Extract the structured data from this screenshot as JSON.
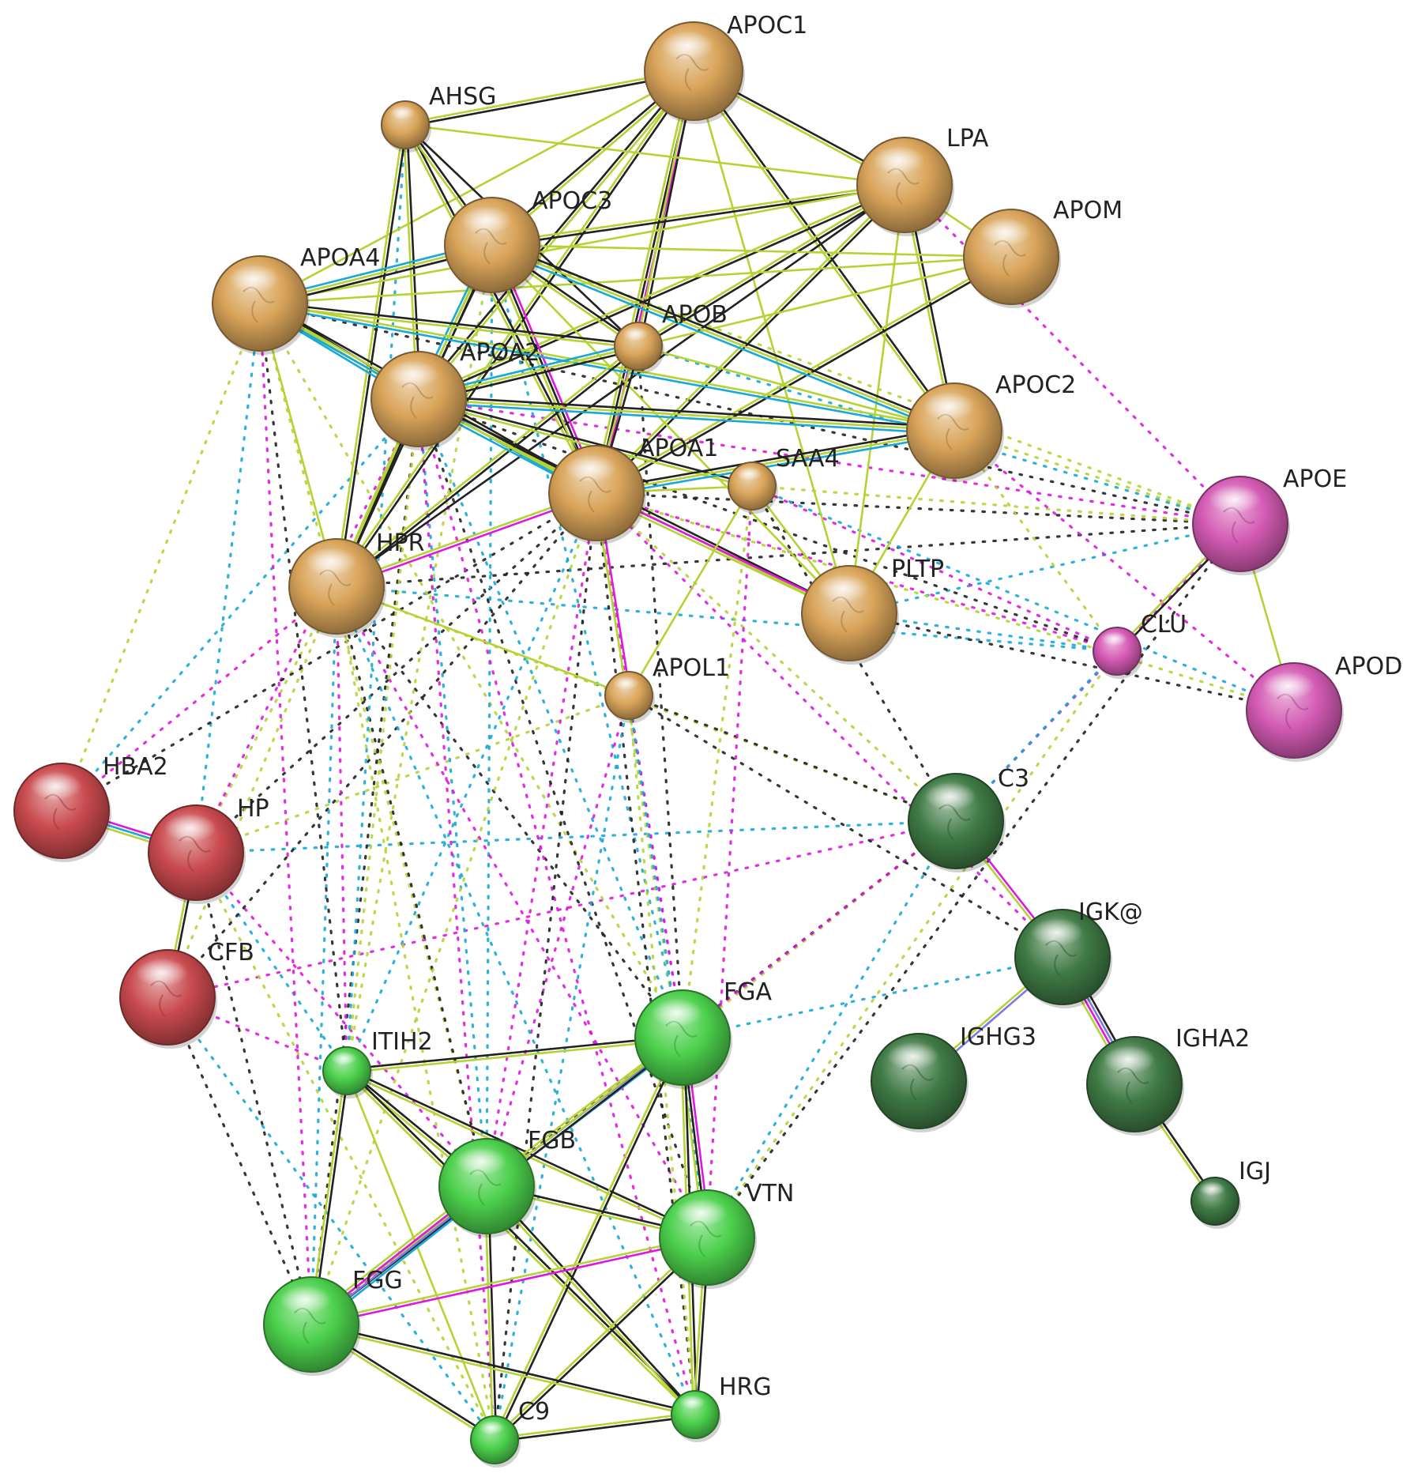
{
  "clusters": {
    "apolipoprotein": "#D9A45A",
    "apoe": "#D45BB4",
    "hemoglobin": "#C94A4E",
    "immunoglobulin": "#3F7A45",
    "coagulation": "#4CD04C"
  },
  "edge_colors": {
    "text_mining": "#B5D334",
    "coexpression": "#222222",
    "experimental": "#E017E0",
    "database": "#18A9D6",
    "homology": "#7B7BE6"
  },
  "nodes": [
    {
      "id": "APOC1",
      "label": "APOC1",
      "cluster": "apolipoprotein"
    },
    {
      "id": "AHSG",
      "label": "AHSG",
      "cluster": "apolipoprotein"
    },
    {
      "id": "LPA",
      "label": "LPA",
      "cluster": "apolipoprotein"
    },
    {
      "id": "APOM",
      "label": "APOM",
      "cluster": "apolipoprotein"
    },
    {
      "id": "APOC3",
      "label": "APOC3",
      "cluster": "apolipoprotein"
    },
    {
      "id": "APOA4",
      "label": "APOA4",
      "cluster": "apolipoprotein"
    },
    {
      "id": "APOB",
      "label": "APOB",
      "cluster": "apolipoprotein"
    },
    {
      "id": "APOA2",
      "label": "APOA2",
      "cluster": "apolipoprotein"
    },
    {
      "id": "APOC2",
      "label": "APOC2",
      "cluster": "apolipoprotein"
    },
    {
      "id": "APOA1",
      "label": "APOA1",
      "cluster": "apolipoprotein"
    },
    {
      "id": "SAA4",
      "label": "SAA4",
      "cluster": "apolipoprotein"
    },
    {
      "id": "HPR",
      "label": "HPR",
      "cluster": "apolipoprotein"
    },
    {
      "id": "PLTP",
      "label": "PLTP",
      "cluster": "apolipoprotein"
    },
    {
      "id": "APOL1",
      "label": "APOL1",
      "cluster": "apolipoprotein"
    },
    {
      "id": "APOE",
      "label": "APOE",
      "cluster": "apoe"
    },
    {
      "id": "CLU",
      "label": "CLU",
      "cluster": "apoe"
    },
    {
      "id": "APOD",
      "label": "APOD",
      "cluster": "apoe"
    },
    {
      "id": "HBA2",
      "label": "HBA2",
      "cluster": "hemoglobin"
    },
    {
      "id": "HP",
      "label": "HP",
      "cluster": "hemoglobin"
    },
    {
      "id": "CFB",
      "label": "CFB",
      "cluster": "hemoglobin"
    },
    {
      "id": "C3",
      "label": "C3",
      "cluster": "immunoglobulin"
    },
    {
      "id": "IGK@",
      "label": "IGK@",
      "cluster": "immunoglobulin"
    },
    {
      "id": "IGHG3",
      "label": "IGHG3",
      "cluster": "immunoglobulin"
    },
    {
      "id": "IGHA2",
      "label": "IGHA2",
      "cluster": "immunoglobulin"
    },
    {
      "id": "IGJ",
      "label": "IGJ",
      "cluster": "immunoglobulin"
    },
    {
      "id": "ITIH2",
      "label": "ITIH2",
      "cluster": "coagulation"
    },
    {
      "id": "FGA",
      "label": "FGA",
      "cluster": "coagulation"
    },
    {
      "id": "FGB",
      "label": "FGB",
      "cluster": "coagulation"
    },
    {
      "id": "VTN",
      "label": "VTN",
      "cluster": "coagulation"
    },
    {
      "id": "FGG",
      "label": "FGG",
      "cluster": "coagulation"
    },
    {
      "id": "HRG",
      "label": "HRG",
      "cluster": "coagulation"
    },
    {
      "id": "C9",
      "label": "C9",
      "cluster": "coagulation"
    }
  ],
  "solid_edges": [
    [
      "APOC1",
      "AHSG",
      [
        "coexpression",
        "text_mining"
      ]
    ],
    [
      "APOC1",
      "APOC3",
      [
        "text_mining",
        "coexpression"
      ]
    ],
    [
      "APOC1",
      "LPA",
      [
        "coexpression",
        "text_mining"
      ]
    ],
    [
      "APOC1",
      "APOA1",
      [
        "experimental",
        "coexpression",
        "text_mining"
      ]
    ],
    [
      "APOC1",
      "APOA2",
      [
        "text_mining",
        "coexpression"
      ]
    ],
    [
      "APOC1",
      "APOC2",
      [
        "coexpression",
        "text_mining"
      ]
    ],
    [
      "APOC1",
      "APOB",
      [
        "coexpression",
        "text_mining"
      ]
    ],
    [
      "APOC1",
      "HPR",
      [
        "coexpression",
        "text_mining"
      ]
    ],
    [
      "APOC1",
      "PLTP",
      [
        "text_mining"
      ]
    ],
    [
      "APOC1",
      "APOA4",
      [
        "text_mining"
      ]
    ],
    [
      "AHSG",
      "APOA2",
      [
        "coexpression",
        "text_mining"
      ]
    ],
    [
      "AHSG",
      "HPR",
      [
        "coexpression",
        "text_mining"
      ]
    ],
    [
      "AHSG",
      "APOA1",
      [
        "coexpression",
        "text_mining"
      ]
    ],
    [
      "AHSG",
      "APOC3",
      [
        "coexpression",
        "text_mining"
      ]
    ],
    [
      "AHSG",
      "LPA",
      [
        "text_mining"
      ]
    ],
    [
      "AHSG",
      "APOB",
      [
        "coexpression"
      ]
    ],
    [
      "LPA",
      "APOC3",
      [
        "coexpression",
        "text_mining"
      ]
    ],
    [
      "LPA",
      "APOA2",
      [
        "coexpression",
        "text_mining"
      ]
    ],
    [
      "LPA",
      "APOA1",
      [
        "coexpression",
        "text_mining"
      ]
    ],
    [
      "LPA",
      "APOM",
      [
        "text_mining"
      ]
    ],
    [
      "LPA",
      "APOC2",
      [
        "coexpression",
        "text_mining"
      ]
    ],
    [
      "LPA",
      "APOB",
      [
        "coexpression",
        "text_mining"
      ]
    ],
    [
      "LPA",
      "APOA4",
      [
        "text_mining"
      ]
    ],
    [
      "LPA",
      "HPR",
      [
        "coexpression"
      ]
    ],
    [
      "LPA",
      "PLTP",
      [
        "text_mining"
      ]
    ],
    [
      "APOM",
      "APOA1",
      [
        "coexpression",
        "text_mining"
      ]
    ],
    [
      "APOM",
      "APOA2",
      [
        "text_mining"
      ]
    ],
    [
      "APOM",
      "APOC3",
      [
        "text_mining"
      ]
    ],
    [
      "APOM",
      "APOA4",
      [
        "text_mining"
      ]
    ],
    [
      "APOC3",
      "APOA4",
      [
        "coexpression",
        "text_mining",
        "database"
      ]
    ],
    [
      "APOC3",
      "APOA2",
      [
        "coexpression",
        "text_mining",
        "database"
      ]
    ],
    [
      "APOC3",
      "APOA1",
      [
        "experimental",
        "coexpression",
        "text_mining"
      ]
    ],
    [
      "APOC3",
      "APOC2",
      [
        "coexpression",
        "text_mining",
        "database"
      ]
    ],
    [
      "APOC3",
      "HPR",
      [
        "coexpression",
        "text_mining"
      ]
    ],
    [
      "APOC3",
      "APOB",
      [
        "coexpression",
        "text_mining"
      ]
    ],
    [
      "APOC3",
      "PLTP",
      [
        "text_mining"
      ]
    ],
    [
      "APOA4",
      "APOA2",
      [
        "coexpression",
        "text_mining",
        "database"
      ]
    ],
    [
      "APOA4",
      "APOA1",
      [
        "coexpression",
        "text_mining",
        "database"
      ]
    ],
    [
      "APOA4",
      "APOC2",
      [
        "text_mining",
        "database"
      ]
    ],
    [
      "APOA4",
      "HPR",
      [
        "text_mining"
      ]
    ],
    [
      "APOA4",
      "APOB",
      [
        "coexpression",
        "text_mining"
      ]
    ],
    [
      "APOB",
      "APOA2",
      [
        "coexpression",
        "text_mining",
        "database"
      ]
    ],
    [
      "APOB",
      "APOA1",
      [
        "coexpression",
        "text_mining"
      ]
    ],
    [
      "APOB",
      "APOC2",
      [
        "text_mining"
      ]
    ],
    [
      "APOB",
      "HPR",
      [
        "coexpression",
        "text_mining"
      ]
    ],
    [
      "APOA2",
      "APOA1",
      [
        "coexpression",
        "text_mining",
        "database"
      ]
    ],
    [
      "APOA2",
      "APOC2",
      [
        "coexpression",
        "text_mining",
        "database"
      ]
    ],
    [
      "APOA2",
      "HPR",
      [
        "coexpression",
        "text_mining"
      ]
    ],
    [
      "APOA2",
      "SAA4",
      [
        "coexpression",
        "text_mining"
      ]
    ],
    [
      "APOA2",
      "PLTP",
      [
        "coexpression",
        "text_mining"
      ]
    ],
    [
      "APOA1",
      "APOC2",
      [
        "coexpression",
        "text_mining",
        "database"
      ]
    ],
    [
      "APOA1",
      "HPR",
      [
        "experimental",
        "text_mining"
      ]
    ],
    [
      "APOA1",
      "PLTP",
      [
        "experimental",
        "text_mining"
      ]
    ],
    [
      "APOA1",
      "APOL1",
      [
        "experimental",
        "text_mining"
      ]
    ],
    [
      "APOA1",
      "SAA4",
      [
        "text_mining"
      ]
    ],
    [
      "SAA4",
      "APOL1",
      [
        "text_mining"
      ]
    ],
    [
      "SAA4",
      "PLTP",
      [
        "text_mining"
      ]
    ],
    [
      "HPR",
      "APOL1",
      [
        "text_mining"
      ]
    ],
    [
      "APOC2",
      "PLTP",
      [
        "text_mining"
      ]
    ],
    [
      "APOE",
      "CLU",
      [
        "coexpression",
        "text_mining"
      ]
    ],
    [
      "APOE",
      "APOD",
      [
        "text_mining"
      ]
    ],
    [
      "HBA2",
      "HP",
      [
        "experimental",
        "database",
        "text_mining"
      ]
    ],
    [
      "HP",
      "CFB",
      [
        "coexpression",
        "text_mining"
      ]
    ],
    [
      "C3",
      "IGK@",
      [
        "experimental",
        "text_mining"
      ]
    ],
    [
      "IGK@",
      "IGHG3",
      [
        "homology",
        "text_mining"
      ]
    ],
    [
      "IGK@",
      "IGHA2",
      [
        "coexpression",
        "homology",
        "experimental",
        "text_mining"
      ]
    ],
    [
      "IGHA2",
      "IGJ",
      [
        "coexpression",
        "text_mining"
      ]
    ],
    [
      "ITIH2",
      "FGA",
      [
        "coexpression",
        "text_mining"
      ]
    ],
    [
      "ITIH2",
      "FGB",
      [
        "coexpression",
        "text_mining"
      ]
    ],
    [
      "ITIH2",
      "FGG",
      [
        "coexpression",
        "text_mining"
      ]
    ],
    [
      "ITIH2",
      "VTN",
      [
        "coexpression",
        "text_mining"
      ]
    ],
    [
      "ITIH2",
      "HRG",
      [
        "coexpression",
        "text_mining"
      ]
    ],
    [
      "ITIH2",
      "C9",
      [
        "text_mining"
      ]
    ],
    [
      "FGA",
      "FGB",
      [
        "database",
        "homology",
        "text_mining"
      ]
    ],
    [
      "FGA",
      "FGG",
      [
        "coexpression",
        "text_mining"
      ]
    ],
    [
      "FGA",
      "VTN",
      [
        "experimental",
        "coexpression",
        "text_mining"
      ]
    ],
    [
      "FGA",
      "HRG",
      [
        "coexpression",
        "text_mining"
      ]
    ],
    [
      "FGA",
      "C9",
      [
        "coexpression",
        "text_mining"
      ]
    ],
    [
      "FGB",
      "FGG",
      [
        "database",
        "homology",
        "experimental",
        "text_mining"
      ]
    ],
    [
      "FGB",
      "VTN",
      [
        "coexpression",
        "text_mining"
      ]
    ],
    [
      "FGB",
      "HRG",
      [
        "coexpression",
        "text_mining"
      ]
    ],
    [
      "FGB",
      "C9",
      [
        "coexpression",
        "text_mining"
      ]
    ],
    [
      "VTN",
      "FGG",
      [
        "experimental",
        "text_mining"
      ]
    ],
    [
      "VTN",
      "HRG",
      [
        "coexpression",
        "text_mining"
      ]
    ],
    [
      "VTN",
      "C9",
      [
        "coexpression",
        "text_mining"
      ]
    ],
    [
      "FGG",
      "HRG",
      [
        "coexpression",
        "text_mining"
      ]
    ],
    [
      "FGG",
      "C9",
      [
        "coexpression",
        "text_mining"
      ]
    ],
    [
      "HRG",
      "C9",
      [
        "coexpression",
        "text_mining"
      ]
    ]
  ],
  "dotted_edges": [
    [
      "APOE",
      "APOC2"
    ],
    [
      "APOE",
      "APOA1"
    ],
    [
      "APOE",
      "APOA2"
    ],
    [
      "APOE",
      "APOB"
    ],
    [
      "APOE",
      "APOC3"
    ],
    [
      "APOE",
      "APOA4"
    ],
    [
      "APOE",
      "LPA"
    ],
    [
      "APOE",
      "PLTP"
    ],
    [
      "APOE",
      "SAA4"
    ],
    [
      "APOE",
      "HPR"
    ],
    [
      "CLU",
      "APOA1"
    ],
    [
      "CLU",
      "PLTP"
    ],
    [
      "CLU",
      "APOC2"
    ],
    [
      "CLU",
      "APOA2"
    ],
    [
      "CLU",
      "SAA4"
    ],
    [
      "CLU",
      "HPR"
    ],
    [
      "APOD",
      "APOA1"
    ],
    [
      "APOD",
      "PLTP"
    ],
    [
      "APOD",
      "APOC2"
    ],
    [
      "APOD",
      "SAA4"
    ],
    [
      "C3",
      "APOA1"
    ],
    [
      "C3",
      "SAA4"
    ],
    [
      "C3",
      "APOE"
    ],
    [
      "C3",
      "CLU"
    ],
    [
      "C3",
      "FGA"
    ],
    [
      "C3",
      "FGB"
    ],
    [
      "C3",
      "FGG"
    ],
    [
      "C3",
      "VTN"
    ],
    [
      "C3",
      "HPR"
    ],
    [
      "C3",
      "APOL1"
    ],
    [
      "C3",
      "CFB"
    ],
    [
      "C3",
      "HP"
    ],
    [
      "HP",
      "HPR"
    ],
    [
      "HP",
      "APOA1"
    ],
    [
      "HP",
      "APOA2"
    ],
    [
      "HP",
      "APOA4"
    ],
    [
      "HP",
      "APOL1"
    ],
    [
      "HP",
      "FGG"
    ],
    [
      "HP",
      "FGB"
    ],
    [
      "HP",
      "ITIH2"
    ],
    [
      "HP",
      "C9"
    ],
    [
      "HBA2",
      "APOA1"
    ],
    [
      "HBA2",
      "HPR"
    ],
    [
      "HBA2",
      "APOA2"
    ],
    [
      "HBA2",
      "APOA4"
    ],
    [
      "CFB",
      "FGG"
    ],
    [
      "CFB",
      "ITIH2"
    ],
    [
      "CFB",
      "C9"
    ],
    [
      "CFB",
      "HPR"
    ],
    [
      "CFB",
      "APOA1"
    ],
    [
      "FGA",
      "APOA1"
    ],
    [
      "FGA",
      "APOA2"
    ],
    [
      "FGA",
      "APOA4"
    ],
    [
      "FGA",
      "HPR"
    ],
    [
      "FGA",
      "APOL1"
    ],
    [
      "FGA",
      "APOC3"
    ],
    [
      "FGA",
      "SAA4"
    ],
    [
      "FGA",
      "APOB"
    ],
    [
      "FGB",
      "APOA1"
    ],
    [
      "FGB",
      "APOA2"
    ],
    [
      "FGB",
      "APOA4"
    ],
    [
      "FGB",
      "HPR"
    ],
    [
      "FGB",
      "APOL1"
    ],
    [
      "FGB",
      "APOC3"
    ],
    [
      "FGG",
      "APOA1"
    ],
    [
      "FGG",
      "APOA2"
    ],
    [
      "FGG",
      "APOA4"
    ],
    [
      "FGG",
      "HPR"
    ],
    [
      "VTN",
      "APOA1"
    ],
    [
      "VTN",
      "APOA2"
    ],
    [
      "VTN",
      "HPR"
    ],
    [
      "VTN",
      "APOL1"
    ],
    [
      "VTN",
      "CLU"
    ],
    [
      "VTN",
      "APOE"
    ],
    [
      "VTN",
      "SAA4"
    ],
    [
      "ITIH2",
      "APOA1"
    ],
    [
      "ITIH2",
      "APOA2"
    ],
    [
      "ITIH2",
      "APOA4"
    ],
    [
      "ITIH2",
      "HPR"
    ],
    [
      "ITIH2",
      "AHSG"
    ],
    [
      "ITIH2",
      "APOC3"
    ],
    [
      "HRG",
      "APOA1"
    ],
    [
      "HRG",
      "APOA2"
    ],
    [
      "HRG",
      "HPR"
    ],
    [
      "HRG",
      "APOL1"
    ],
    [
      "C9",
      "APOA1"
    ],
    [
      "C9",
      "APOA2"
    ],
    [
      "C9",
      "APOL1"
    ],
    [
      "C9",
      "HPR"
    ],
    [
      "IGK@",
      "APOL1"
    ],
    [
      "IGK@",
      "APOA1"
    ],
    [
      "IGK@",
      "FGA"
    ]
  ]
}
